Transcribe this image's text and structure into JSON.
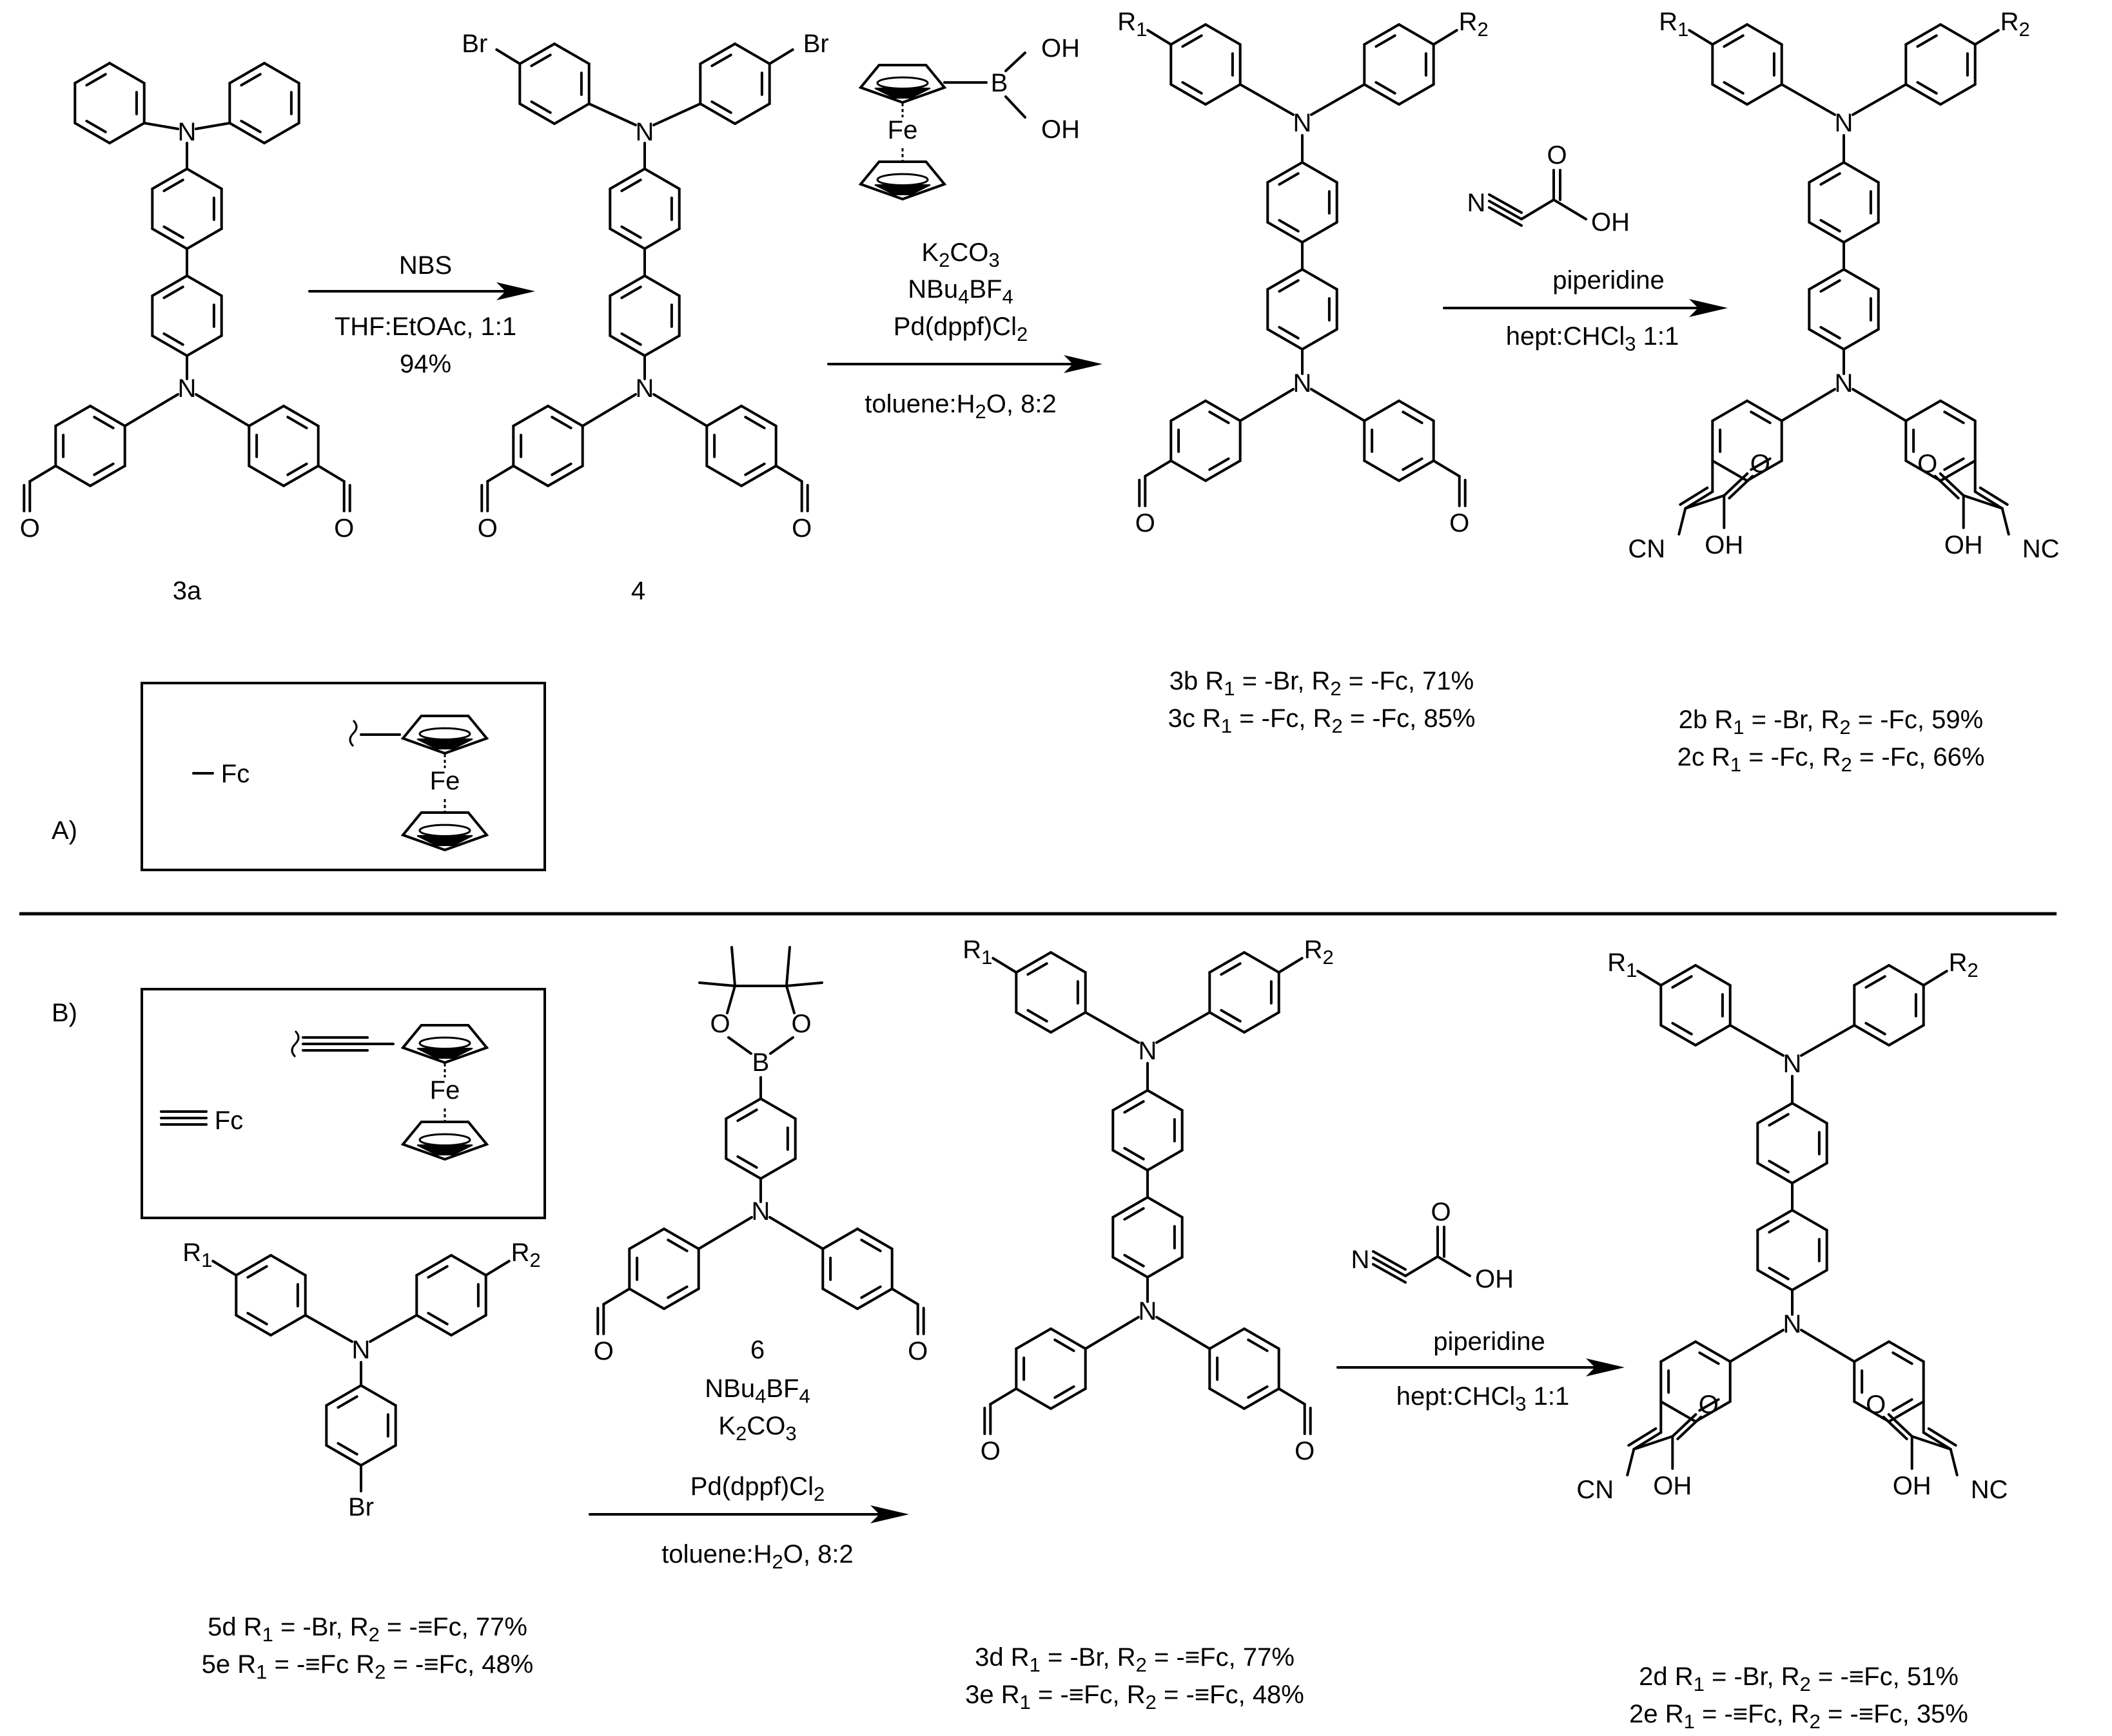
{
  "panels": {
    "a": {
      "label": "A)",
      "legend": {
        "abbr": "Fc",
        "metal": "Fe"
      },
      "compounds": {
        "c3a": {
          "label": "3a"
        },
        "c4": {
          "label": "4"
        },
        "c3bc": {
          "r1": "R1",
          "r2": "R2",
          "lines": [
            "3b R1 = -Br, R2 = -Fc, 71%",
            "3c R1 = -Fc, R2 = -Fc, 85%"
          ]
        },
        "c2bc": {
          "r1": "R1",
          "r2": "R2",
          "lines": [
            "2b R1 = -Br, R2 = -Fc, 59%",
            "2c R1 = -Fc, R2 = -Fc, 66%"
          ]
        }
      },
      "step1": {
        "above": "NBS",
        "below": [
          "THF:EtOAc, 1:1",
          "94%"
        ]
      },
      "step2": {
        "reagent_metal": "Fe",
        "boronic": [
          "OH",
          "B",
          "OH"
        ],
        "above": [
          "K2CO3",
          "NBu4BF4",
          "Pd(dppf)Cl2"
        ],
        "below": "toluene:H2O, 8:2"
      },
      "step3": {
        "reagent_atoms": [
          "N",
          "O",
          "OH"
        ],
        "above": "piperidine",
        "below": "hept:CHCl3 1:1"
      }
    },
    "b": {
      "label": "B)",
      "legend": {
        "abbr": "Fc",
        "metal": "Fe"
      },
      "compounds": {
        "c5de": {
          "r1": "R1",
          "r2": "R2",
          "br": "Br",
          "lines": [
            "5d R1 = -Br, R2 = -≡Fc, 77%",
            "5e R1 = -≡Fc R2 = -≡Fc, 48%"
          ]
        },
        "c6": {
          "label": "6"
        },
        "c3de": {
          "r1": "R1",
          "r2": "R2",
          "lines": [
            "3d R1 = -Br, R2 = -≡Fc, 77%",
            "3e R1 = -≡Fc, R2 = -≡Fc, 48%"
          ]
        },
        "c2de": {
          "r1": "R1",
          "r2": "R2",
          "lines": [
            "2d R1 = -Br, R2 = -≡Fc, 51%",
            "2e R1 = -≡Fc, R2 = -≡Fc, 35%"
          ]
        }
      },
      "step1": {
        "above": [
          "NBu4BF4",
          "K2CO3",
          "Pd(dppf)Cl2"
        ],
        "below": "toluene:H2O, 8:2"
      },
      "step2": {
        "reagent_atoms": [
          "N",
          "O",
          "OH"
        ],
        "above": "piperidine",
        "below": "hept:CHCl3 1:1"
      }
    },
    "atoms": {
      "n": "N",
      "o": "O",
      "oh": "OH",
      "cn": "CN",
      "nc": "NC",
      "br": "Br",
      "b": "B",
      "fe": "Fe"
    }
  }
}
